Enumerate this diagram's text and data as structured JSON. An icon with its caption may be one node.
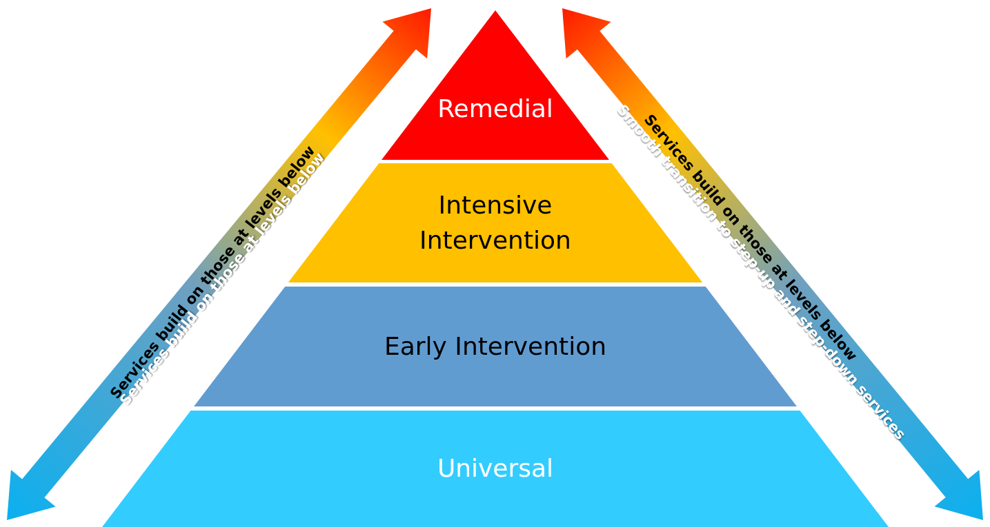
{
  "diagram": {
    "nodes": [
      {
        "text": [
          "Remedial"
        ]
      },
      {
        "text": [
          "Intensive Intervention"
        ]
      },
      {
        "text": [
          "Early Intervention"
        ]
      },
      {
        "text": [
          "Universal"
        ]
      }
    ],
    "labels": [
      "Services build on those at levels below",
      "Services build on those at levels below",
      "Services build on those at levels below",
      "Smooth transition to step-up and step-down services"
    ]
  }
}
